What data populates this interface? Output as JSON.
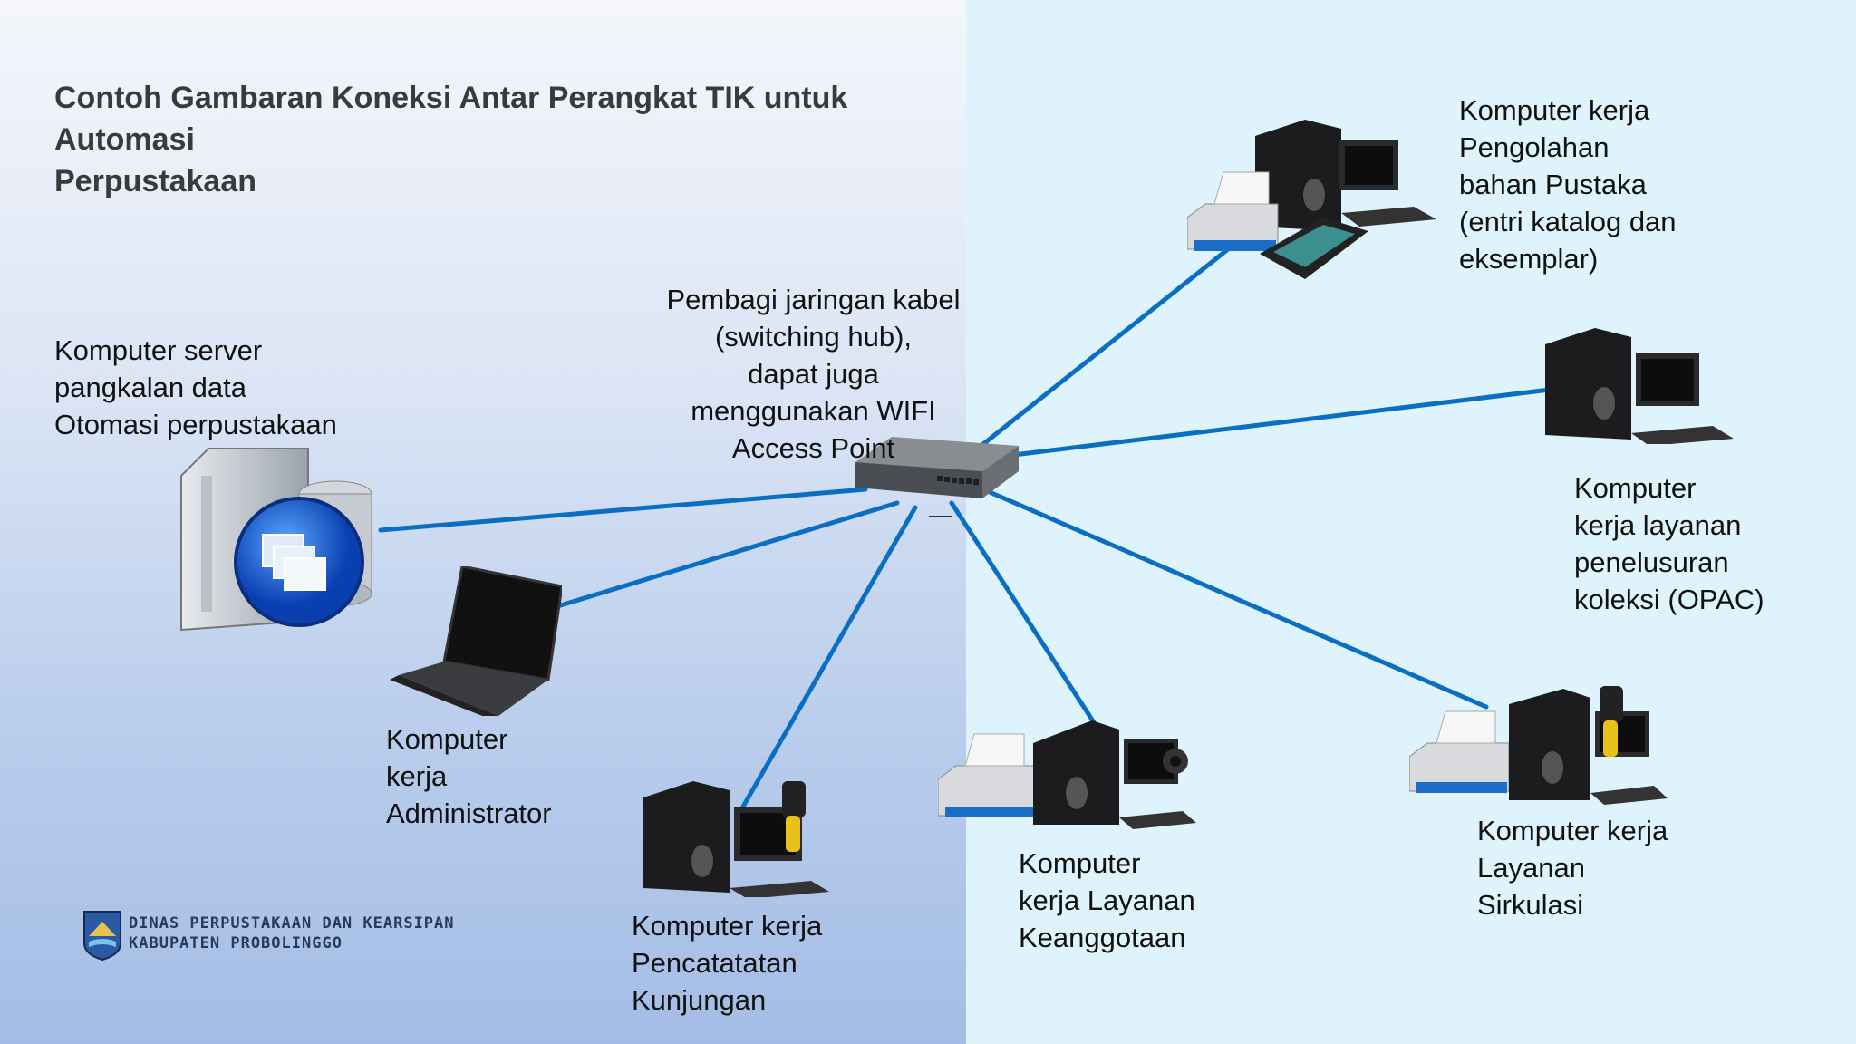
{
  "title": {
    "line1": "Contoh Gambaran Koneksi Antar Perangkat TIK untuk",
    "line2": "Automasi",
    "line3": "Perpustakaan"
  },
  "nodes": {
    "server": {
      "label": "Komputer server\npangkalan data\nOtomasi perpustakaan",
      "icon": "database-server-icon"
    },
    "admin": {
      "label": "Komputer\nkerja\nAdministrator",
      "icon": "laptop-icon"
    },
    "visit": {
      "label": "Komputer kerja\nPencatatatan\nKunjungan",
      "icon": "workstation-barcode-icon"
    },
    "member": {
      "label": "Komputer\nkerja Layanan\nKeanggotaan",
      "icon": "workstation-printer-webcam-icon"
    },
    "circulation": {
      "label": "Komputer kerja\nLayanan\nSirkulasi",
      "icon": "workstation-printer-barcode-icon"
    },
    "opac": {
      "label": "Komputer\nkerja layanan\npenelusuran\nkoleksi (OPAC)",
      "icon": "workstation-icon"
    },
    "processing": {
      "label": "Komputer kerja\nPengolahan\nbahan Pustaka\n(entri katalog dan\neksemplar)",
      "icon": "workstation-printer-scanner-icon"
    },
    "hub": {
      "label": "Pembagi jaringan kabel\n(switching hub),\ndapat juga\nmenggunakan WIFI\nAccess Point",
      "icon": "switch-hub-icon"
    }
  },
  "logo": {
    "line1": "DINAS PERPUSTAKAAN DAN KEARSIPAN",
    "line2": "KABUPATEN PROBOLINGGO",
    "icon": "regency-emblem-icon"
  },
  "colors": {
    "link": "#0a6fc2",
    "left_bg": "#b9cdec",
    "right_bg": "#def3fb"
  }
}
